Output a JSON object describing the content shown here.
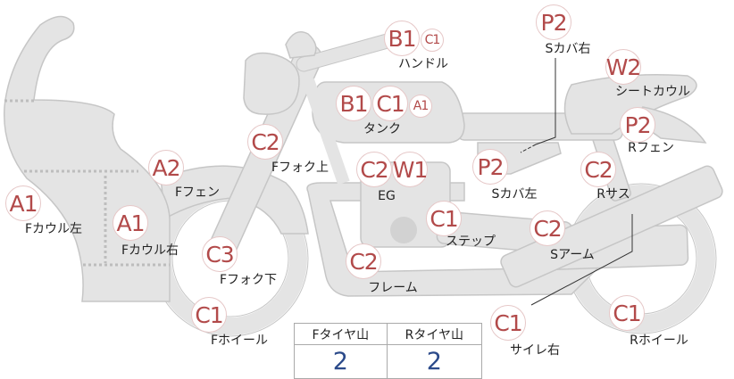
{
  "colors": {
    "part_fill": "#e4e4e4",
    "part_stroke": "#c6c6c6",
    "badge_text": "#b24a4a",
    "value_text": "#2b4a8a"
  },
  "parts": [
    {
      "id": "fcowl-left",
      "label": "Fカウル左",
      "grades": [
        "A1"
      ]
    },
    {
      "id": "fcowl-right",
      "label": "Fカウル右",
      "grades": [
        "A1"
      ]
    },
    {
      "id": "ffender",
      "label": "Fフェン",
      "grades": [
        "A2"
      ]
    },
    {
      "id": "ffork-upper",
      "label": "Fフォク上",
      "grades": [
        "C2"
      ]
    },
    {
      "id": "ffork-lower",
      "label": "Fフォク下",
      "grades": [
        "C3"
      ]
    },
    {
      "id": "fwheel",
      "label": "Fホイール",
      "grades": [
        "C1"
      ]
    },
    {
      "id": "handle",
      "label": "ハンドル",
      "grades": [
        "B1",
        "C1"
      ]
    },
    {
      "id": "tank",
      "label": "タンク",
      "grades": [
        "B1",
        "C1",
        "A1"
      ]
    },
    {
      "id": "engine",
      "label": "EG",
      "grades": [
        "C2",
        "W1"
      ]
    },
    {
      "id": "step",
      "label": "ステップ",
      "grades": [
        "C1"
      ]
    },
    {
      "id": "frame",
      "label": "フレーム",
      "grades": [
        "C2"
      ]
    },
    {
      "id": "scover-right",
      "label": "Sカバ右",
      "grades": [
        "P2"
      ]
    },
    {
      "id": "seat-cowl",
      "label": "シートカウル",
      "grades": [
        "W2"
      ]
    },
    {
      "id": "rfender",
      "label": "Rフェン",
      "grades": [
        "P2"
      ]
    },
    {
      "id": "scover-left",
      "label": "Sカバ左",
      "grades": [
        "P2"
      ]
    },
    {
      "id": "rsus",
      "label": "Rサス",
      "grades": [
        "C2"
      ]
    },
    {
      "id": "swingarm",
      "label": "Sアーム",
      "grades": [
        "C2"
      ]
    },
    {
      "id": "silencer-right",
      "label": "サイレ右",
      "grades": [
        "C1"
      ]
    },
    {
      "id": "rwheel",
      "label": "Rホイール",
      "grades": [
        "C1"
      ]
    }
  ],
  "tire_table": {
    "headers": [
      "Fタイヤ山",
      "Rタイヤ山"
    ],
    "values": [
      "2",
      "2"
    ]
  }
}
